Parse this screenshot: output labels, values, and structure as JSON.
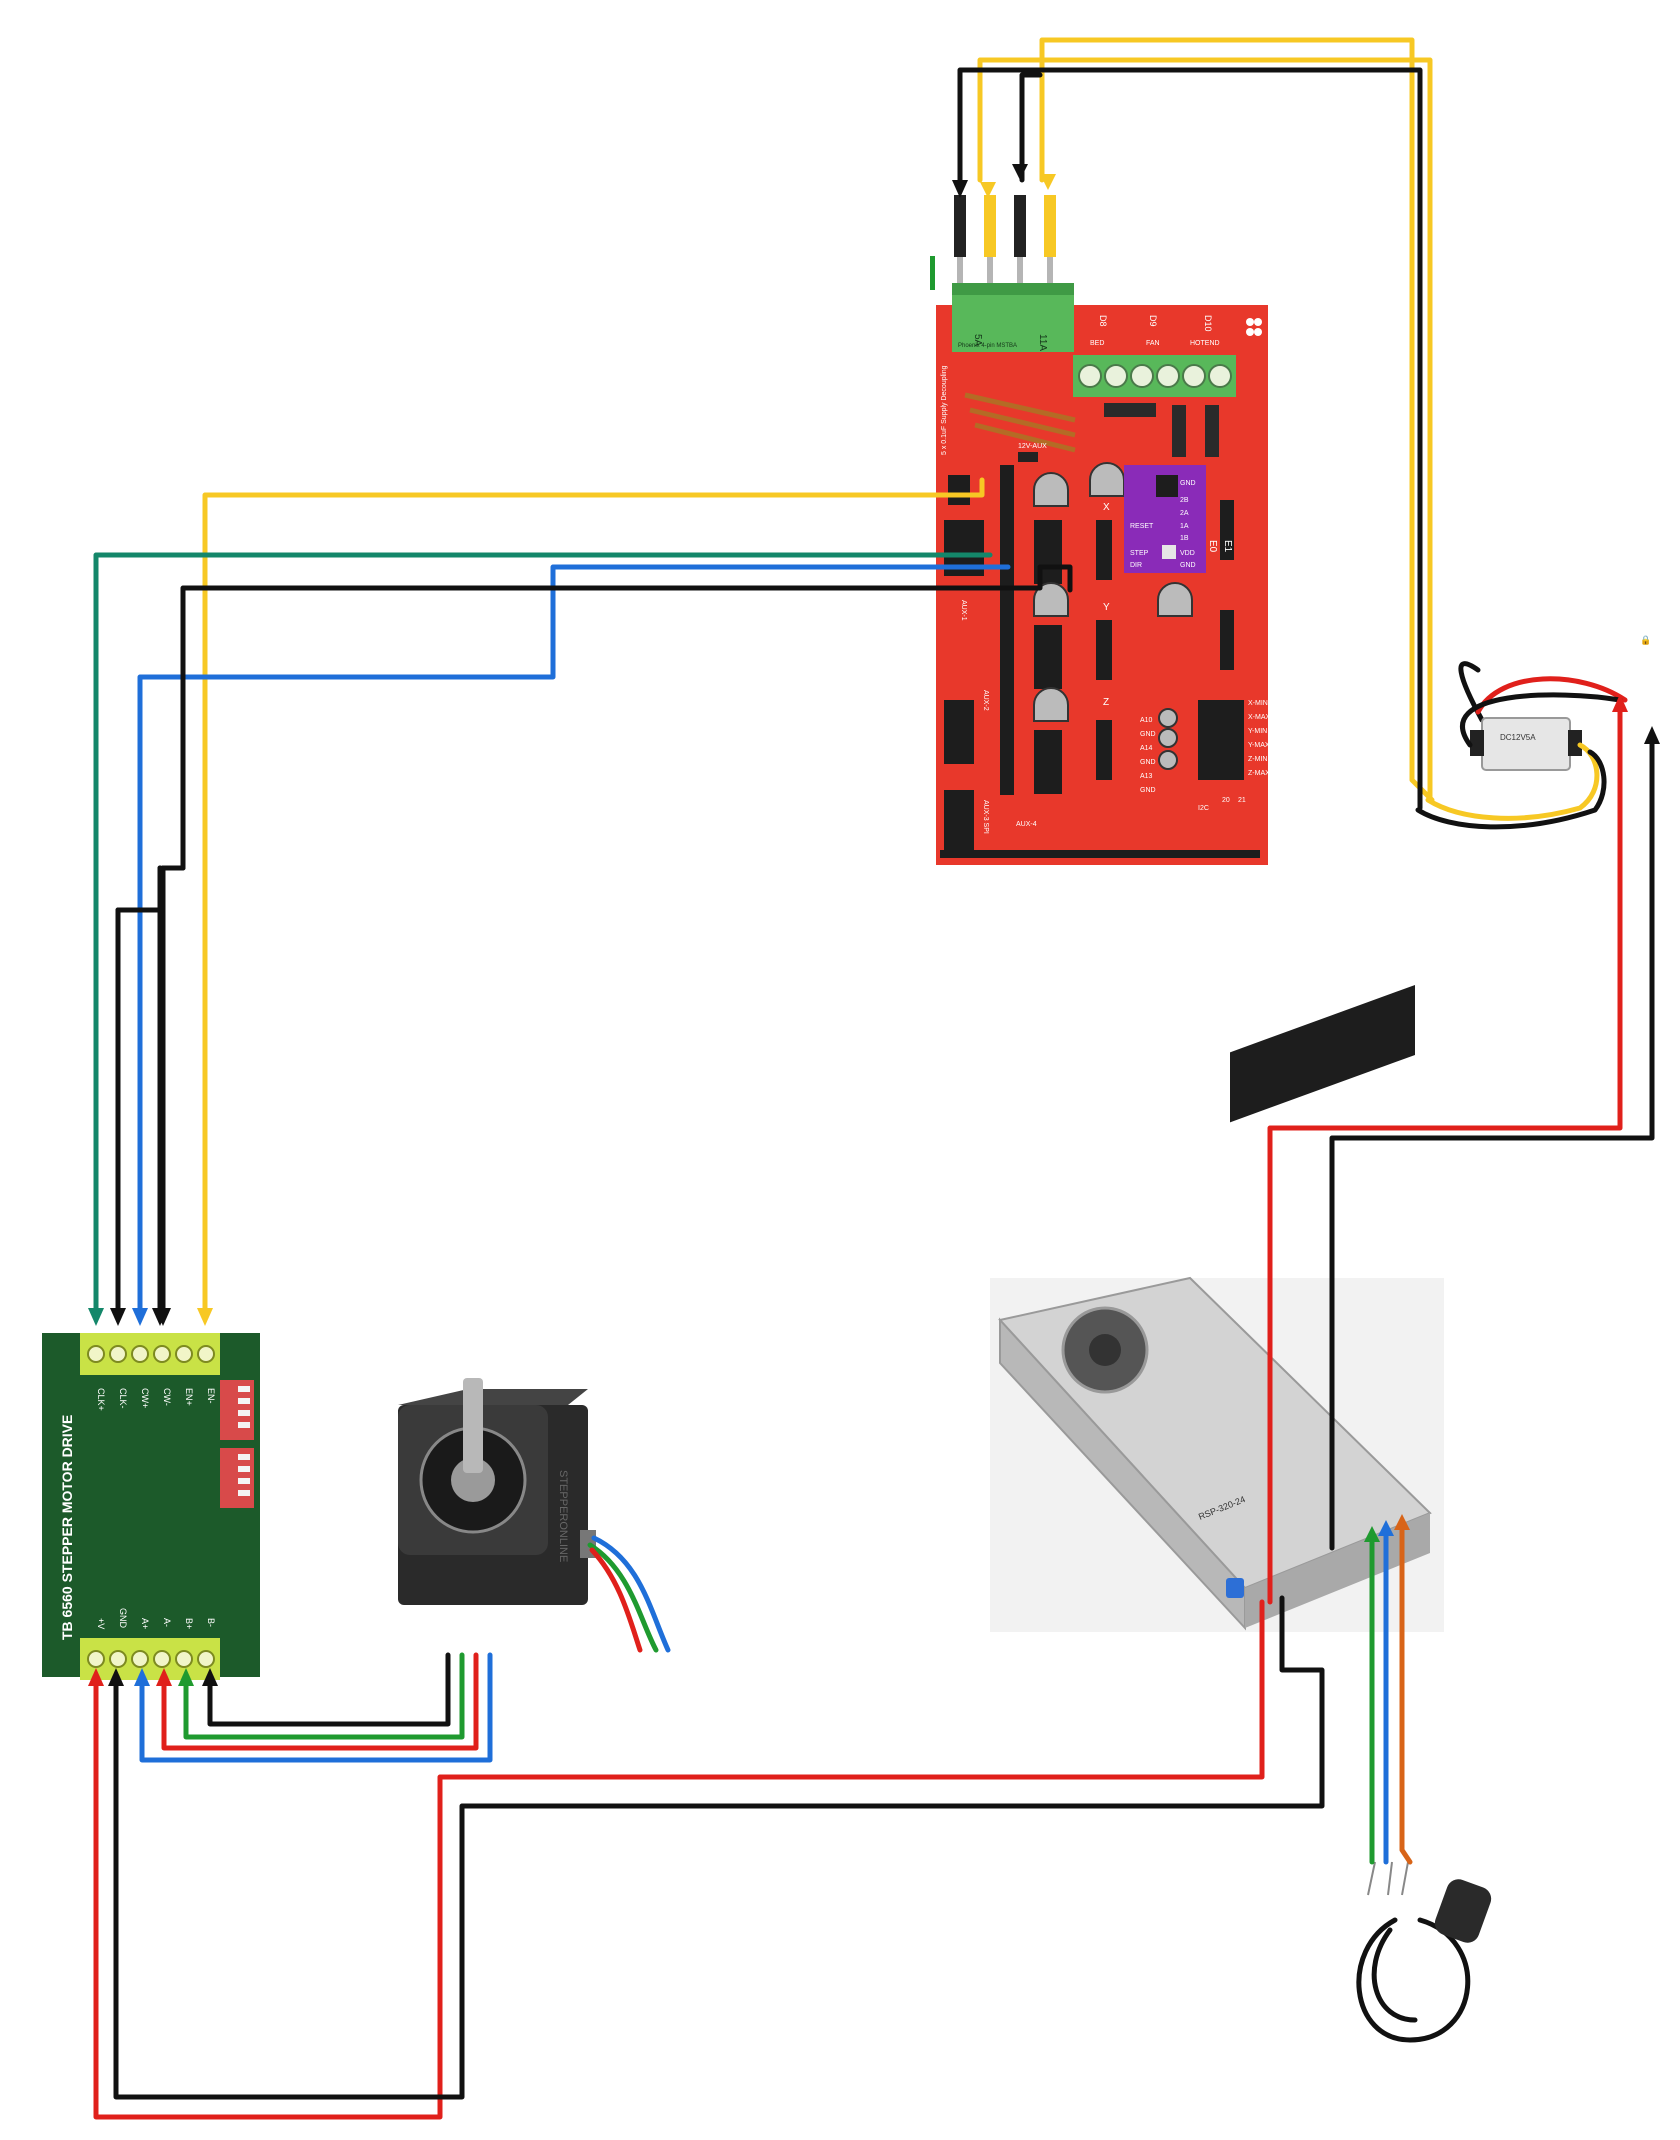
{
  "colors": {
    "red": "#e0201b",
    "black": "#111111",
    "yellow": "#f7c824",
    "blue": "#1f6fd9",
    "teal": "#14876a",
    "green": "#1f9a2f",
    "orange": "#d86418",
    "ramps_board": "#e8382b",
    "driver_board": "#1c5a2a",
    "terminal": "#c9e246",
    "psu_body": "#cfcfcf"
  },
  "ramps": {
    "power_terminal": {
      "labels": [
        "5A",
        "11A"
      ],
      "caption": "Phoenix 4-pin MSTBA"
    },
    "side_text": "5 x 0.1uF Supply Decoupling",
    "outputs": [
      "D8",
      "D9",
      "D10"
    ],
    "output_labels": [
      "BED",
      "FAN",
      "HOTEND"
    ],
    "aux_labels": [
      "12V-AUX",
      "AUX-1",
      "AUX-2",
      "AUX-3 SPI",
      "AUX-4",
      "I2C"
    ],
    "axis_labels": [
      "X",
      "Y",
      "Z",
      "E0",
      "E1"
    ],
    "driver_pins": [
      "GND",
      "2B",
      "2A",
      "1A",
      "1B",
      "VDD",
      "GND",
      "RESET",
      "STEP",
      "DIR"
    ],
    "endstops": [
      "X-MIN",
      "X-MAX",
      "Y-MIN",
      "Y-MAX",
      "Z-MIN",
      "Z-MAX"
    ],
    "analog": [
      "A10",
      "GND",
      "A14",
      "GND",
      "A13",
      "GND"
    ],
    "numbers": [
      "20",
      "21"
    ]
  },
  "driver": {
    "title": "TB 6560 STEPPER MOTOR DRIVE",
    "top_pins": [
      "CLK+",
      "CLK-",
      "CW+",
      "CW-",
      "EN+",
      "EN-"
    ],
    "bottom_pins": [
      "+V",
      "GND",
      "A+",
      "A-",
      "B+",
      "B-"
    ]
  },
  "motor": {
    "brand": "STEPPERONLINE"
  },
  "psu": {
    "model": "RSP-320-24"
  },
  "converter": {
    "label": "DC12V5A"
  }
}
